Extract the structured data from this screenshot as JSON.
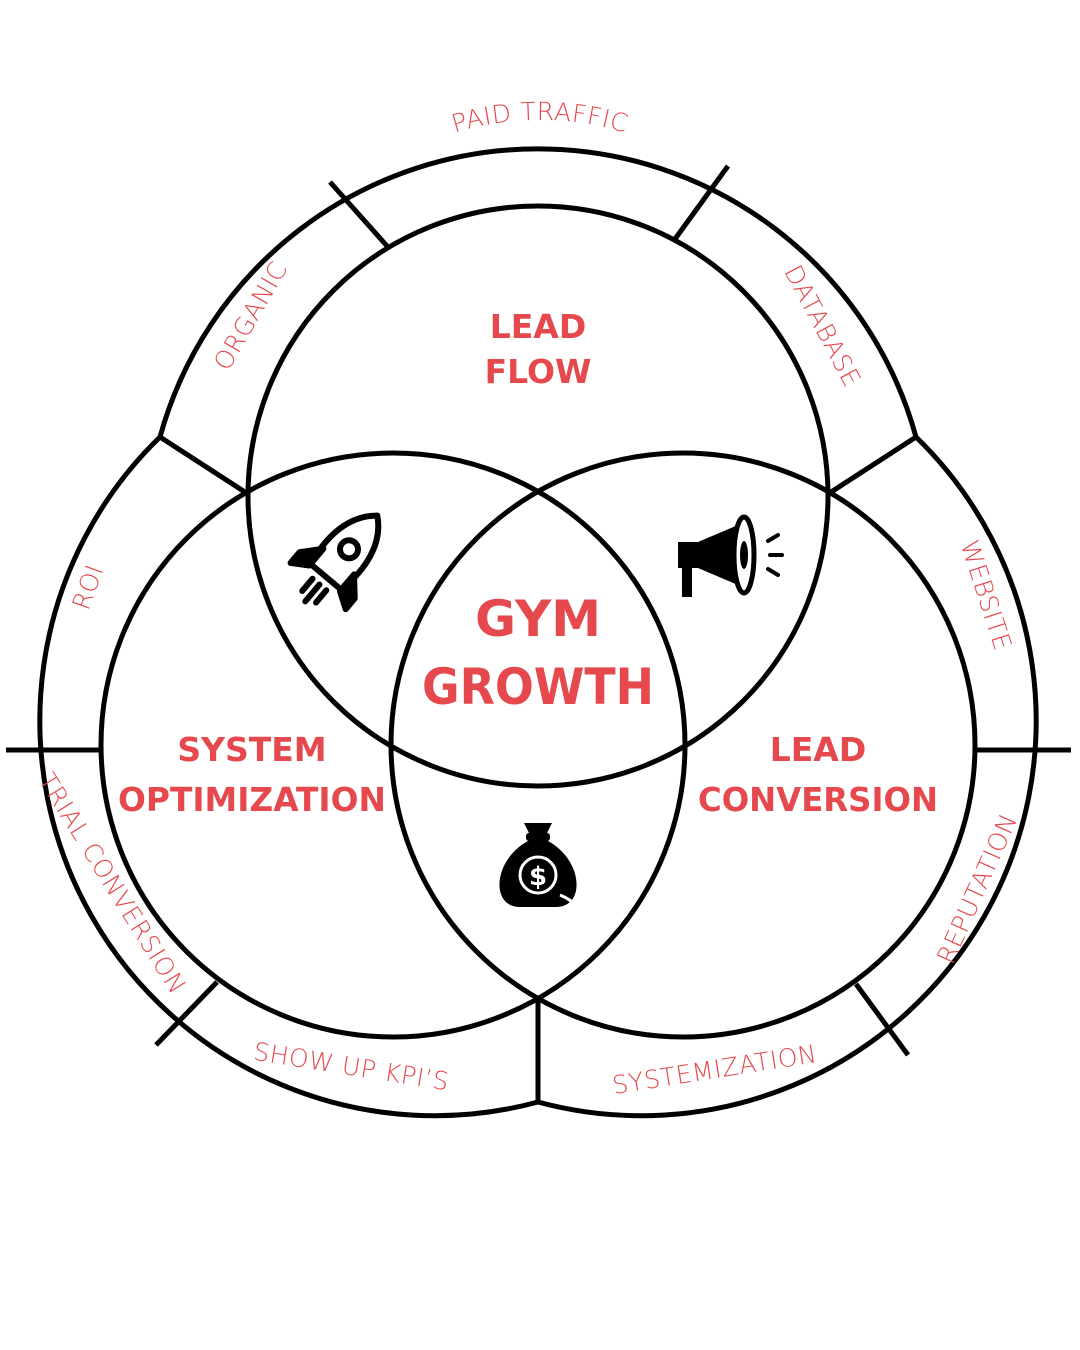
{
  "colors": {
    "accent": "#e5484d",
    "line": "#000000",
    "background": "#ffffff"
  },
  "center": {
    "line1": "GYM",
    "line2": "GROWTH"
  },
  "circles": {
    "top": {
      "line1": "LEAD",
      "line2": "FLOW"
    },
    "left": {
      "line1": "SYSTEM",
      "line2": "OPTIMIZATION"
    },
    "right": {
      "line1": "LEAD",
      "line2": "CONVERSION"
    }
  },
  "ring": {
    "paid_traffic": "PAID TRAFFIC",
    "organic": "ORGANIC",
    "database": "DATABASE",
    "roi": "ROI",
    "trial_conversion": "TRIAL CONVERSION",
    "show_up_kpis": "SHOW UP KPI’S",
    "website": "WEBSITE",
    "reputation": "REPUTATION",
    "systemization": "SYSTEMIZATION"
  },
  "icons": {
    "top_left": "rocket-icon",
    "top_right": "megaphone-icon",
    "bottom": "money-bag-icon"
  }
}
